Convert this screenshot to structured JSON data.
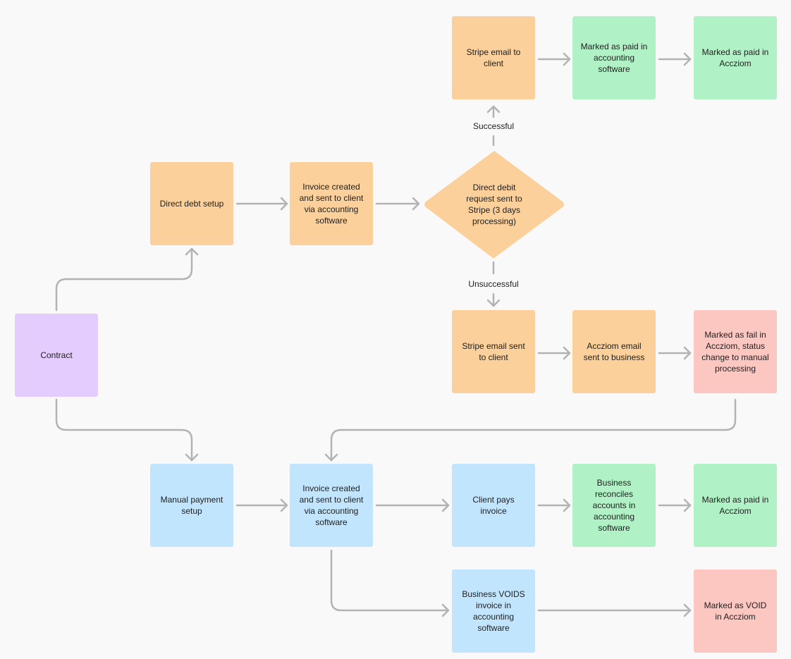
{
  "nodes": {
    "contract": "Contract",
    "direct_debit_setup": "Direct debt setup",
    "invoice_dd": "Invoice created and sent to client via accounting software",
    "dd_request": "Direct debit request sent to Stripe (3 days processing)",
    "stripe_email_success": "Stripe email to client",
    "marked_paid_accounting": "Marked as paid in accounting software",
    "marked_paid_accziom_1": "Marked as paid in Accziom",
    "stripe_email_fail": "Stripe email sent to client",
    "accziom_email_business": "Accziom email sent to business",
    "marked_fail": "Marked as fail in Accziom, status change to manual processing",
    "manual_payment_setup": "Manual payment setup",
    "invoice_manual": "Invoice created and sent to client via accounting software",
    "client_pays": "Client pays invoice",
    "business_reconciles": "Business reconciles accounts in accounting software",
    "marked_paid_accziom_2": "Marked as paid in Accziom",
    "business_voids": "Business VOIDS invoice in accounting software",
    "marked_void": "Marked as VOID in Accziom"
  },
  "edge_labels": {
    "successful": "Successful",
    "unsuccessful": "Unsuccessful"
  },
  "colors": {
    "purple": "#e4ccff",
    "orange": "#fbd09b",
    "green": "#b0f2c5",
    "red": "#fdc7c1",
    "blue": "#c2e5fe",
    "connector": "#b3b3b3"
  }
}
